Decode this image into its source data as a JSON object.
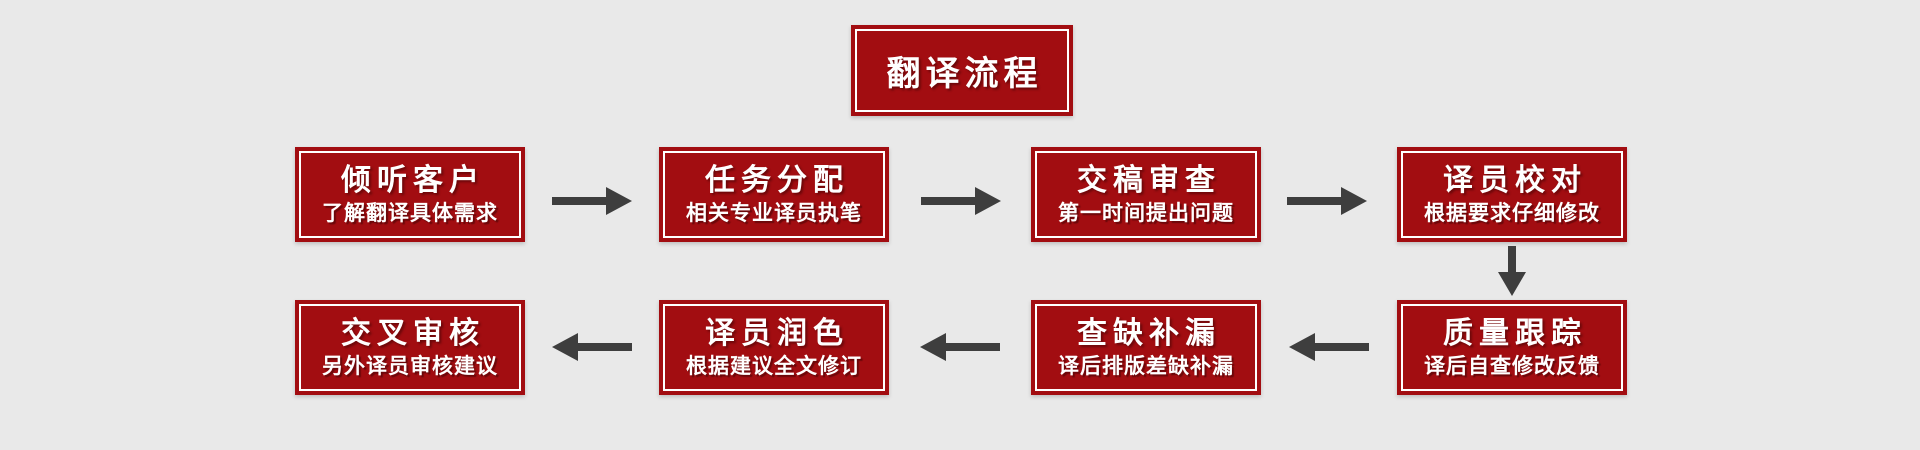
{
  "page": {
    "background": "#E9E9E9"
  },
  "colors": {
    "page_bg": "#E9E9E9",
    "box_red": "#A20D11",
    "border_white": "#FFFFFF",
    "text_white": "#FFFFFF",
    "arrow_gray": "#3E3E3E"
  },
  "icons": {
    "arrow_right": "→",
    "arrow_left": "←",
    "arrow_down": "↓"
  },
  "title": {
    "label": "翻译流程"
  },
  "steps": [
    {
      "title": "倾听客户",
      "subtitle": "了解翻译具体需求"
    },
    {
      "title": "任务分配",
      "subtitle": "相关专业译员执笔"
    },
    {
      "title": "交稿审查",
      "subtitle": "第一时间提出问题"
    },
    {
      "title": "译员校对",
      "subtitle": "根据要求仔细修改"
    },
    {
      "title": "质量跟踪",
      "subtitle": "译后自查修改反馈"
    },
    {
      "title": "查缺补漏",
      "subtitle": "译后排版差缺补漏"
    },
    {
      "title": "译员润色",
      "subtitle": "根据建议全文修订"
    },
    {
      "title": "交叉审核",
      "subtitle": "另外译员审核建议"
    }
  ]
}
